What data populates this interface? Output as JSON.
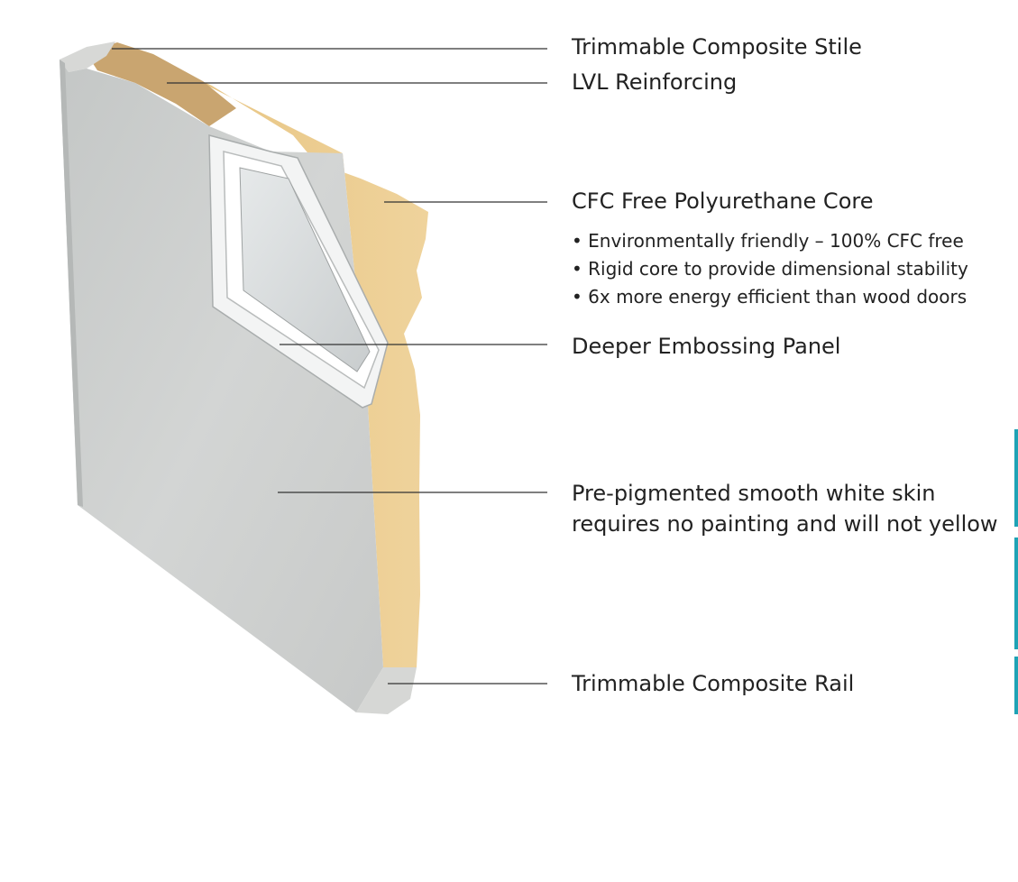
{
  "labels": {
    "stile": "Trimmable Composite Stile",
    "lvl": "LVL Reinforcing",
    "core": "CFC Free Polyurethane Core",
    "core_bullets": [
      "Environmentally friendly – 100% CFC free",
      "Rigid core to provide dimensional stability",
      "6x more energy efficient than wood doors"
    ],
    "panel": "Deeper Embossing Panel",
    "skin_line1": "Pre-pigmented smooth white skin",
    "skin_line2": "requires no painting and will not yellow",
    "rail": "Trimmable Composite Rail"
  },
  "colors": {
    "skin": "#cfd1d0",
    "core": "#e9c98a",
    "lvl": "#c9a570",
    "composite": "#d6d7d5",
    "leader": "#333333",
    "edge_accent": "#1fa3b5"
  }
}
